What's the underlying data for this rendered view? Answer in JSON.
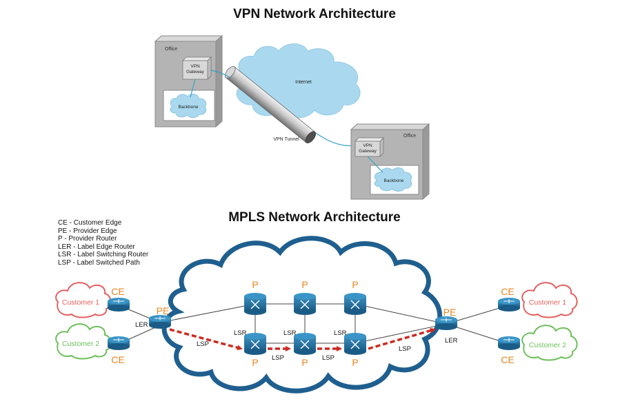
{
  "vpn": {
    "title": "VPN Network Architecture",
    "office_left_label": "Office",
    "office_right_label": "Office",
    "gateway_left_label": [
      "VPN",
      "Gateway"
    ],
    "gateway_right_label": [
      "VPN",
      "Gateway"
    ],
    "backbone_left_label": "Backbone",
    "backbone_right_label": "Backbone",
    "internet_label": "Internet",
    "tunnel_label": "VPN Tunnel"
  },
  "mpls": {
    "title": "MPLS Network Architecture",
    "legend": [
      "CE - Customer Edge",
      "PE - Provider Edge",
      "P - Provider Router",
      "LER - Label Edge Router",
      "LSR - Label Switching Router",
      "LSP - Label Switched Path"
    ],
    "customer_left_top": "Customer 1",
    "customer_left_bottom": "Customer 2",
    "customer_right_top": "Customer 1",
    "customer_right_bottom": "Customer 2",
    "ce_label": "CE",
    "pe_label": "PE",
    "p_label": "P",
    "ler_label": "LER",
    "lsr_label": "LSR",
    "lsp_label": "LSP"
  },
  "colors": {
    "label_orange": "#e8851f",
    "cloud_blue_fill": "#ffffff",
    "cloud_blue_stroke": "#1f5f8f",
    "router_blue": "#1f6d9b",
    "customer1_red": "#e46060",
    "customer2_green": "#6cbf5a",
    "lsp_red": "#cc2a22",
    "internet_cloud": "#a9d8ef",
    "office_gray": "#b4b4b4",
    "link_cyan": "#2fa3c9"
  }
}
